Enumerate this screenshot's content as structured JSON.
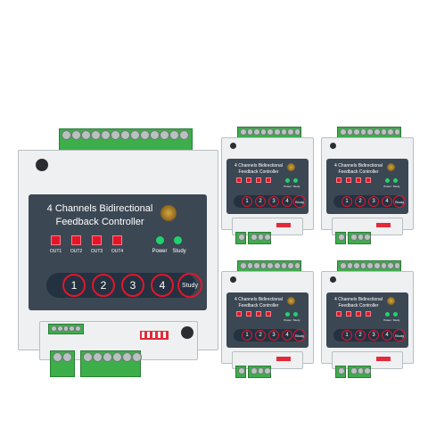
{
  "product": {
    "title_line1": "4 Channels Bidirectional",
    "title_line2": "Feedback Controller",
    "outputs": [
      "OUT1",
      "OUT2",
      "OUT3",
      "OUT4"
    ],
    "power_label": "Power",
    "study_label": "Study",
    "buttons": [
      "1",
      "2",
      "3",
      "4"
    ],
    "study_button": "Study"
  },
  "colors": {
    "panel": "#3c4754",
    "terminal_green": "#3cae4a",
    "led_red": "#e1162a",
    "led_green": "#1fd36c",
    "button_ring": "#e3162b"
  }
}
